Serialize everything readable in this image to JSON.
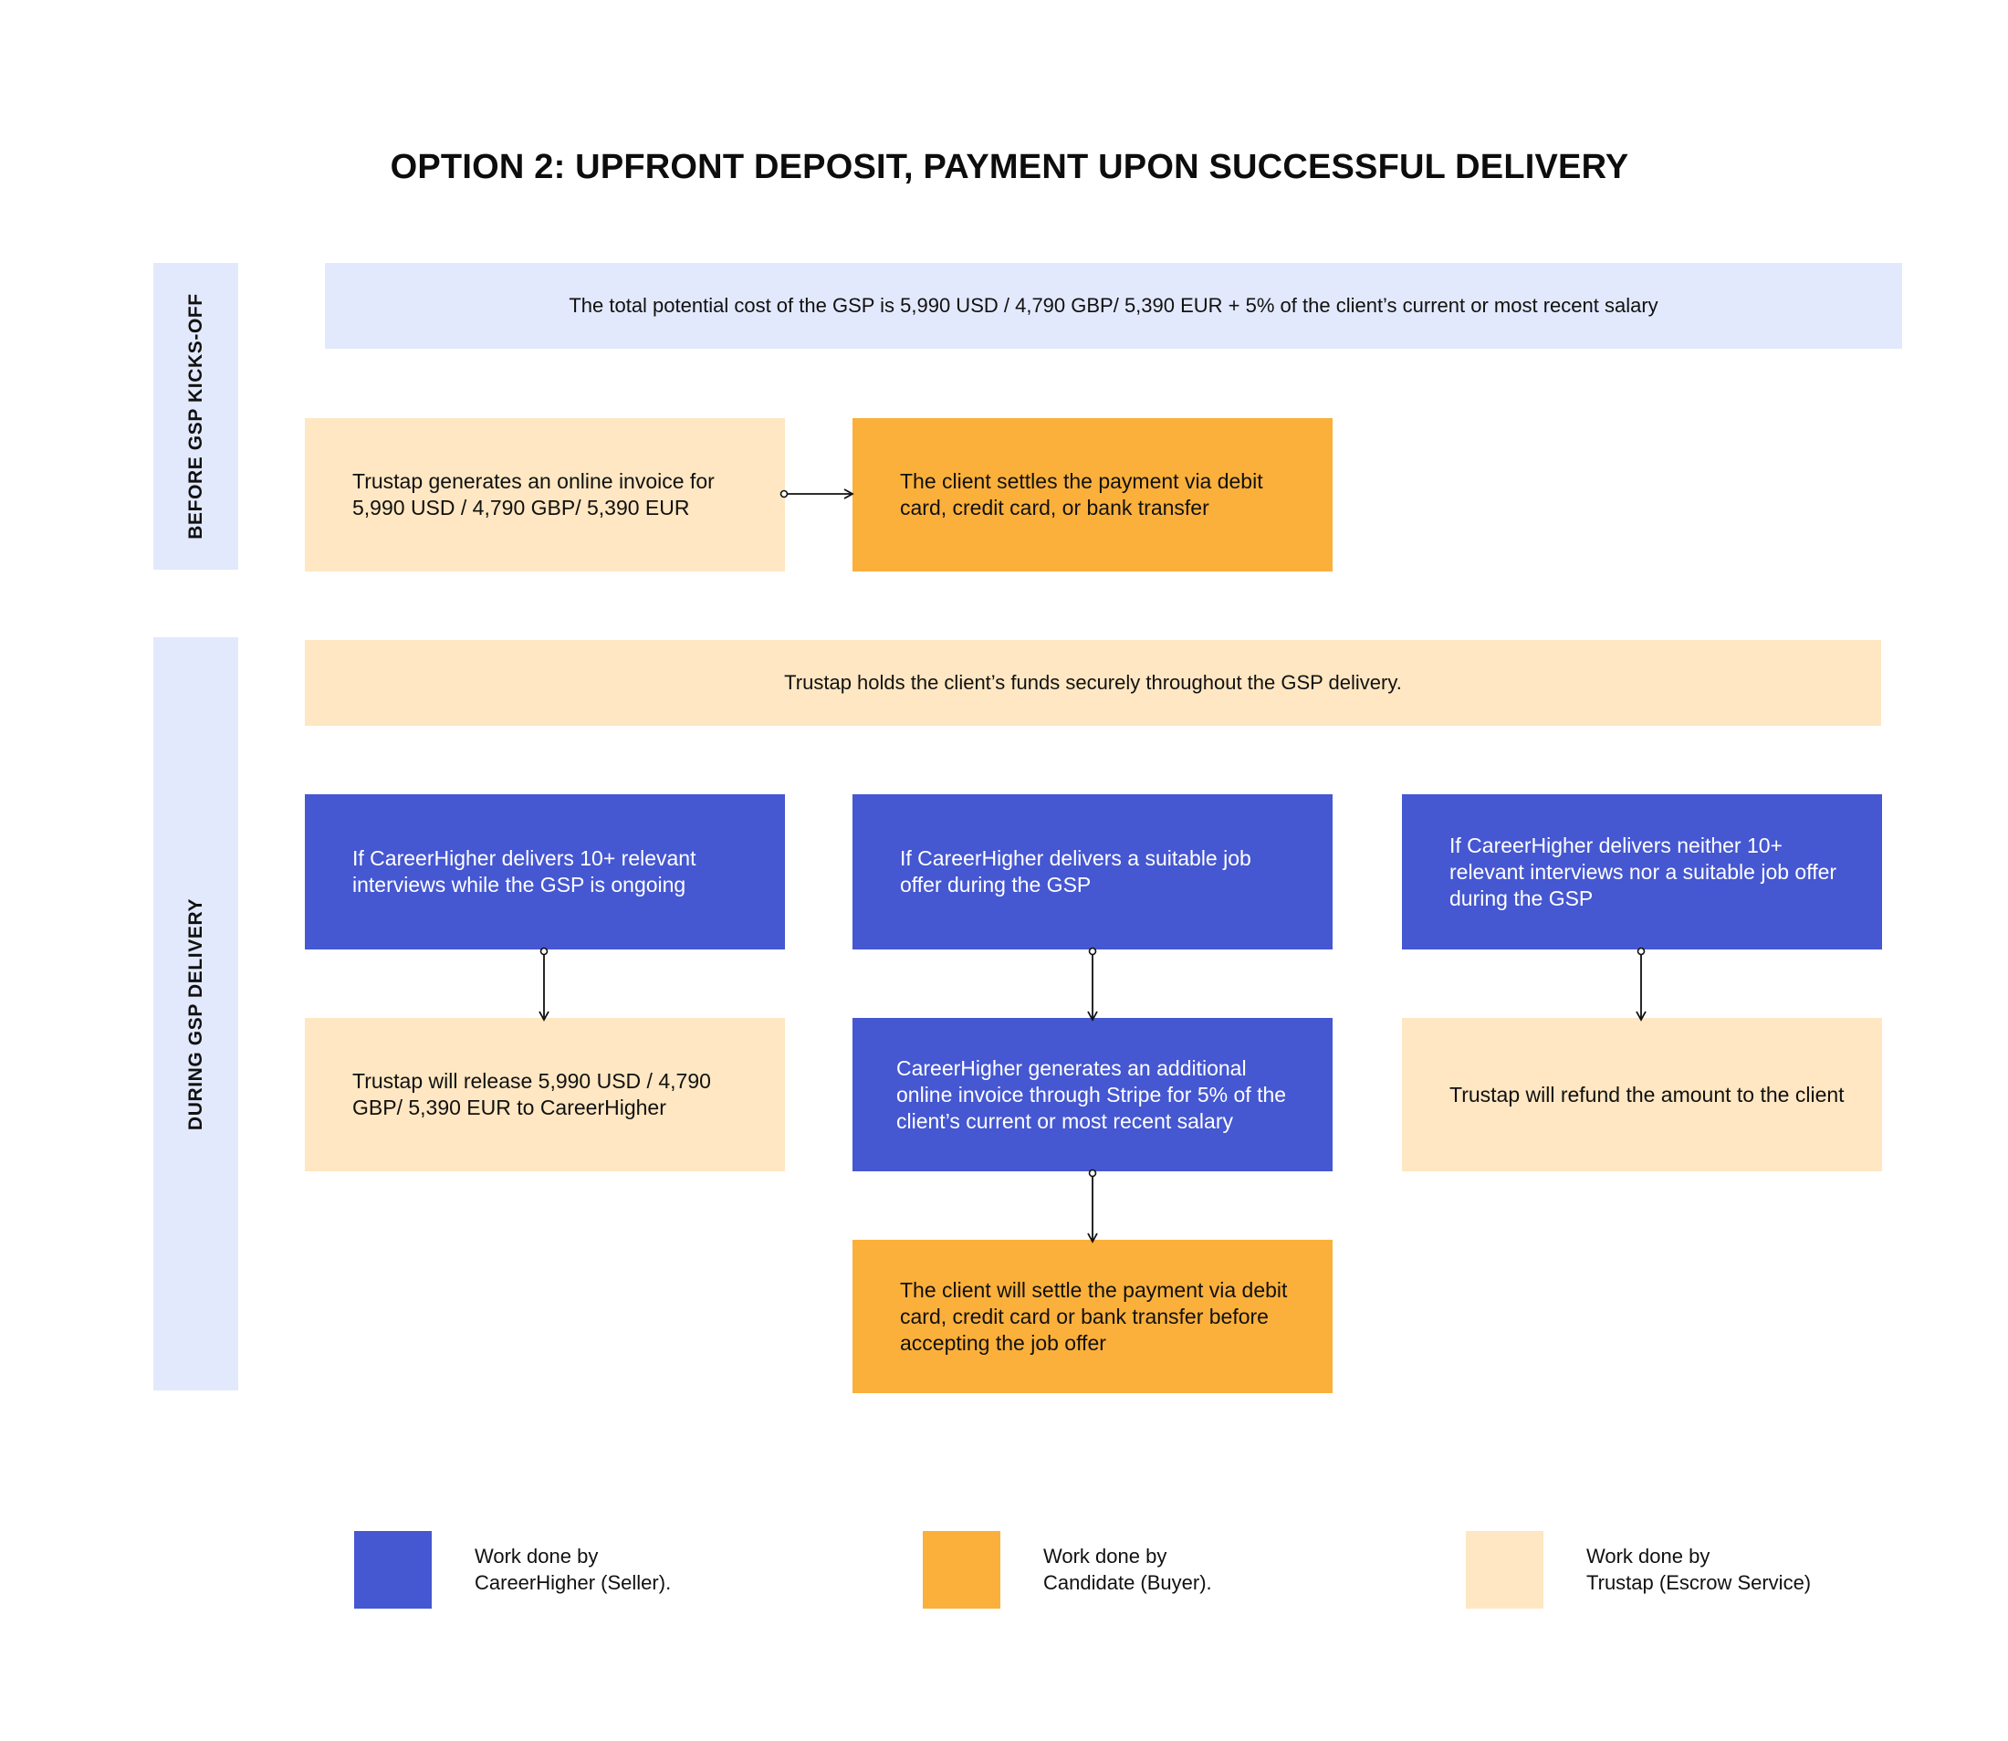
{
  "title": "OPTION 2: UPFRONT DEPOSIT, PAYMENT UPON SUCCESSFUL DELIVERY",
  "phases": {
    "before": "BEFORE GSP KICKS-OFF",
    "during": "DURING  GSP DELIVERY"
  },
  "notes": {
    "total_cost": "The total potential cost of the GSP is 5,990 USD / 4,790 GBP/ 5,390 EUR + 5% of the client’s current or most recent salary",
    "holds_funds": "Trustap holds the client’s funds securely throughout the GSP delivery."
  },
  "before_steps": {
    "invoice": "Trustap generates an online invoice for 5,990 USD / 4,790 GBP/ 5,390 EUR",
    "settle": "The client settles the payment via debit card, credit card, or bank transfer"
  },
  "during_steps": {
    "cond_interviews": "If CareerHigher delivers 10+ relevant interviews while the GSP is ongoing",
    "cond_job_offer": "If CareerHigher delivers a suitable job offer during the GSP",
    "cond_neither": "If CareerHigher delivers neither 10+ relevant interviews nor a suitable job offer during the GSP",
    "release": "Trustap will release 5,990 USD / 4,790 GBP/ 5,390 EUR to CareerHigher",
    "stripe_invoice": "CareerHigher generates an additional online invoice through Stripe for 5% of the client’s current or most recent salary",
    "refund": "Trustap will refund the amount to the client",
    "final_settle": "The client will settle the payment via debit card, credit card or bank transfer before accepting the job offer"
  },
  "legend": [
    {
      "line1": "Work done by",
      "line2": "CareerHigher (Seller).",
      "color": "#4557d1"
    },
    {
      "line1": "Work done by",
      "line2": "Candidate (Buyer).",
      "color": "#fbb03b"
    },
    {
      "line1": "Work done by",
      "line2": "Trustap (Escrow Service)",
      "color": "#fee7c2"
    }
  ],
  "colors": {
    "seller_blue": "#4557d1",
    "buyer_orange": "#fbb03b",
    "escrow_peach": "#fee7c2",
    "phase_band": "#e3e9fc"
  }
}
